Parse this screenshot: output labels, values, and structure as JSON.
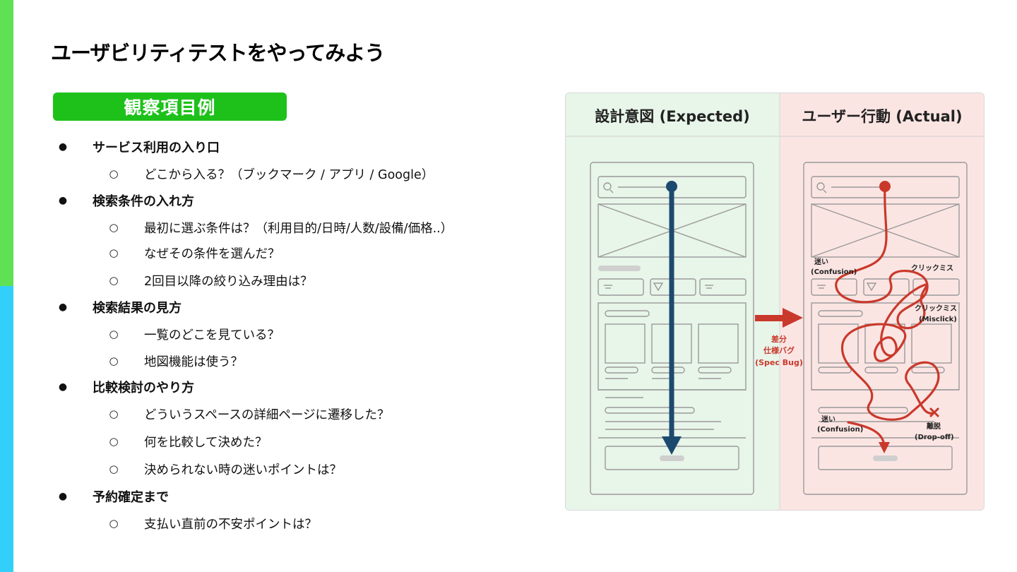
{
  "colors": {
    "accent_green": "#5fe153",
    "accent_cyan": "#32d0f8",
    "pill_green": "#1ec11a",
    "expected_bg": "#e8f5e9",
    "actual_bg": "#fbe5e3",
    "expected_arrow": "#1c4a6e",
    "actual_path": "#c9392b"
  },
  "slide": {
    "title": "ユーザビリティテストをやってみよう",
    "section_label": "観察項目例"
  },
  "outline": [
    {
      "text": "サービス利用の入り口",
      "children": [
        "どこから入る？（ブックマーク / アプリ / Google）"
      ]
    },
    {
      "text": "検索条件の入れ方",
      "children": [
        "最初に選ぶ条件は？（利用目的/日時/人数/設備/価格..）",
        "なぜその条件を選んだ？",
        "2回目以降の絞り込み理由は？"
      ]
    },
    {
      "text": "検索結果の見方",
      "children": [
        "一覧のどこを見ている？",
        "地図機能は使う？"
      ]
    },
    {
      "text": "比較検討のやり方",
      "children": [
        "どういうスペースの詳細ページに遷移した？",
        "何を比較して決めた？",
        "決められない時の迷いポイントは？"
      ]
    },
    {
      "text": "予約確定まで",
      "children": [
        "支払い直前の不安ポイントは？"
      ]
    }
  ],
  "figure": {
    "left_header": "設計意図 (Expected)",
    "right_header": "ユーザー行動 (Actual)",
    "middle_label_line1": "差分",
    "middle_label_line2": "仕様バグ",
    "middle_label_line3": "(Spec Bug)",
    "annotations": {
      "confusion_top_jp": "迷い",
      "confusion_top_en": "(Confusion)",
      "misclick_top_jp": "クリックミス",
      "misclick_mid_jp": "クリックミス",
      "misclick_mid_en": "(Misclick)",
      "confusion_bottom_jp": "迷い",
      "confusion_bottom_en": "(Confusion)",
      "dropoff_jp": "離脱",
      "dropoff_en": "(Drop-off)"
    }
  }
}
